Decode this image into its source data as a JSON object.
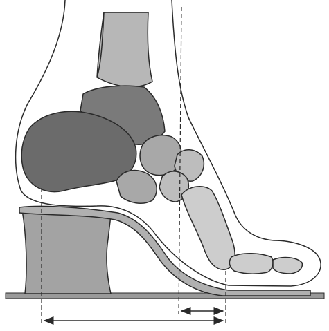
{
  "diagram": {
    "subject": "foot-in-high-heel-cross-section",
    "colors": {
      "background": "#ffffff",
      "outline": "#2a2a2a",
      "soft_tissue": "#ffffff",
      "heel_bone": "#6b6b6b",
      "tarsal_dark": "#7a7a7a",
      "tarsal_mid": "#a8a8a8",
      "metatarsal_light": "#cdcdcd",
      "tibia_fibula": "#b7b7b7",
      "shoe_heel": "#a3a3a3",
      "sole": "#b0b0b0",
      "ground": "#9a9a9a",
      "dimension_line": "#2a2a2a"
    },
    "dimension_arrows": [
      {
        "name": "heel-to-ball-distance",
        "style": "double-headed"
      },
      {
        "name": "ball-offset-distance",
        "style": "double-headed"
      }
    ],
    "reference_lines": [
      {
        "name": "heel-reference-line",
        "style": "dashed"
      },
      {
        "name": "leg-axis-line",
        "style": "dashed"
      },
      {
        "name": "ball-reference-line",
        "style": "dashed"
      }
    ]
  }
}
